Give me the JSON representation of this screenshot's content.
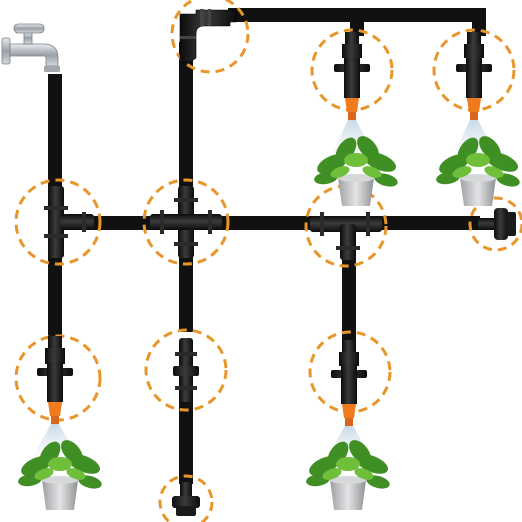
{
  "diagram": {
    "colors": {
      "tubing": "#111111",
      "fitting": "#1c1c1c",
      "fitting_highlight": "#3a3a3a",
      "dash_circle": "#e8962a",
      "nozzle": "#f07a1e",
      "spray": "#d7e3ec",
      "pot": "#c9c9c9",
      "leaf": "#3f8f25",
      "leaf_light": "#6fbf3a",
      "faucet": "#b8bcc2"
    },
    "icons": {
      "source": "water-faucet-icon",
      "elbow": "elbow-connector-icon",
      "cross": "cross-connector-icon",
      "tee": "tee-connector-icon",
      "coupler": "straight-coupler-icon",
      "end_plug": "end-plug-icon",
      "emitter": "drip-emitter-icon",
      "plant": "potted-plant-icon"
    },
    "component_count": {
      "dashed_highlights": 11,
      "emitters": 4,
      "plants": 4
    }
  }
}
